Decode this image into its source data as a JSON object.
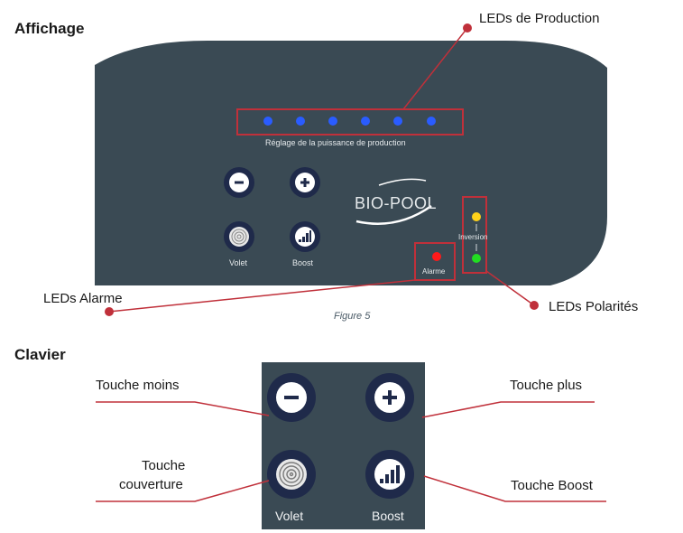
{
  "sections": {
    "affichage": "Affichage",
    "clavier": "Clavier"
  },
  "display_panel": {
    "production_caption": "Réglage de la puissance de production",
    "brand": "BIO-POOL",
    "inversion_label": "Inversion",
    "alarme_label": "Alarme",
    "volet_label": "Volet",
    "boost_label": "Boost",
    "production_led_count": 6,
    "colors": {
      "panel": "#3a4a54",
      "led_production": "#2a5cff",
      "led_alarm": "#ff1a1a",
      "led_inversion_top": "#ffd21a",
      "led_inversion_bottom": "#22dd22",
      "highlight": "#c0303a"
    }
  },
  "callouts": {
    "leds_production": "LEDs de Production",
    "leds_alarme": "LEDs Alarme",
    "leds_polarites": "LEDs Polarités"
  },
  "figure_caption": "Figure 5",
  "keypad": {
    "volet_label": "Volet",
    "boost_label": "Boost",
    "callouts": {
      "touche_moins": "Touche moins",
      "touche_plus": "Touche plus",
      "touche_couverture_line1": "Touche",
      "touche_couverture_line2": "couverture",
      "touche_boost": "Touche Boost"
    }
  },
  "icons": [
    "minus-icon",
    "plus-icon",
    "spiral-icon",
    "signal-bars-icon"
  ]
}
